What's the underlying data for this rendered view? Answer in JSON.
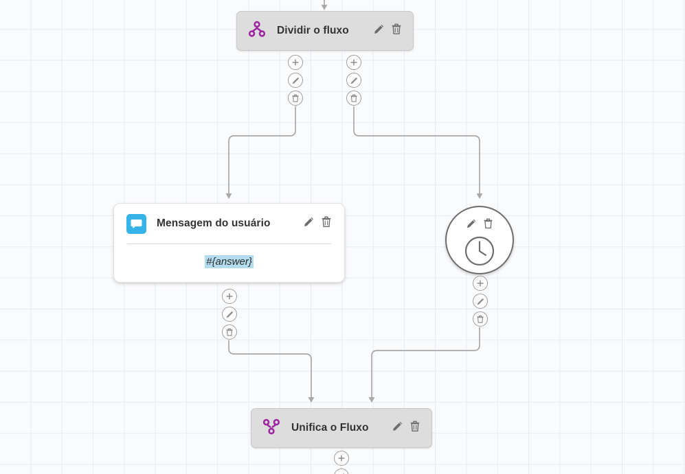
{
  "canvas": {
    "background_color": "#fafbfc",
    "grid_color": "#e8ecf2",
    "grid_size": 45
  },
  "colors": {
    "node_gray": "#dddddd",
    "node_border": "#c9c9c9",
    "split_icon": "#9c27a0",
    "merge_icon": "#9c27a0",
    "message_badge": "#35b3e8",
    "variable_highlight": "#b3ddef",
    "edge": "#a8a8a8",
    "circle_border": "#6e6e6e"
  },
  "nodes": {
    "split": {
      "title": "Dividir o fluxo",
      "icon": "split-icon",
      "edit_label": "pencil-icon",
      "delete_label": "trash-icon"
    },
    "message": {
      "title": "Mensagem do usuário",
      "icon": "chat-bubble-icon",
      "variable": "#{answer}",
      "edit_label": "pencil-icon",
      "delete_label": "trash-icon"
    },
    "timer": {
      "icon": "clock-icon",
      "edit_label": "pencil-icon",
      "delete_label": "trash-icon"
    },
    "merge": {
      "title": "Unifica o Fluxo",
      "icon": "merge-icon",
      "edit_label": "pencil-icon",
      "delete_label": "trash-icon"
    }
  },
  "port_actions": {
    "add": "plus-icon",
    "edit": "pencil-icon",
    "delete": "trash-icon"
  }
}
